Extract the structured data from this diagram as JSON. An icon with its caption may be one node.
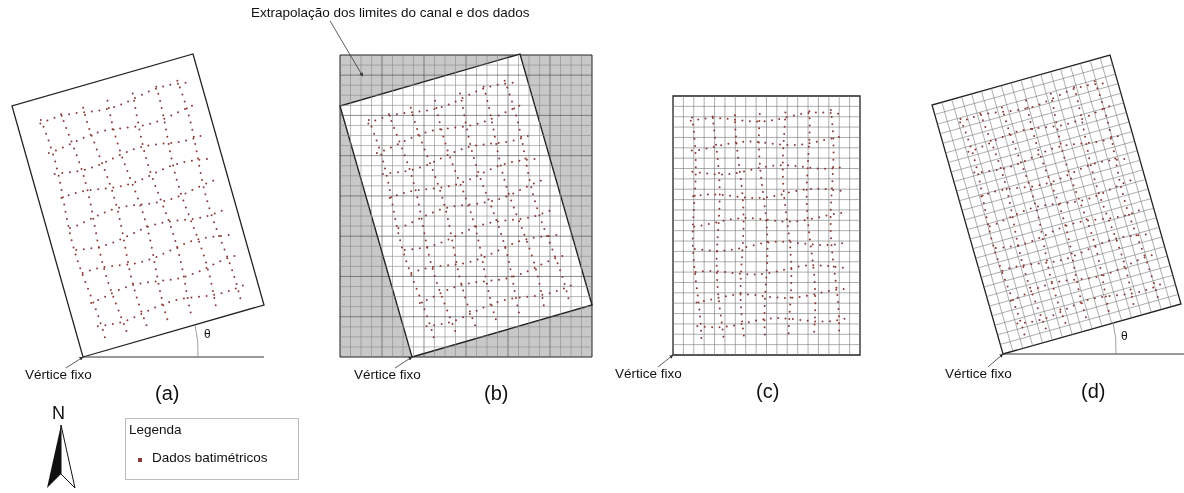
{
  "diagram": {
    "nodes": [
      {
        "text": [
          "Extrapolação dos limites do canal e dos dados"
        ]
      },
      {
        "text": [],
        "shape": "box"
      },
      {
        "text": [],
        "shape": "box"
      },
      {
        "text": [],
        "shape": "box"
      },
      {
        "text": [],
        "shape": "box"
      },
      {
        "text": [],
        "shape": "box"
      },
      {
        "text": [
          "Vértice fixo"
        ]
      },
      {
        "text": [
          "Vértice fixo"
        ]
      },
      {
        "text": [
          "Vértice fixo"
        ]
      },
      {
        "text": [
          "Vértice fixo"
        ]
      }
    ],
    "edges": [
      {
        "from": 0,
        "to": 1,
        "arrow": "to"
      },
      {
        "from": 6,
        "to": 2,
        "arrow": "to"
      },
      {
        "from": 7,
        "to": 3,
        "arrow": "to"
      },
      {
        "from": 8,
        "to": 4,
        "arrow": "to"
      },
      {
        "from": 9,
        "to": 5,
        "arrow": "to"
      }
    ],
    "labels": [
      "θ",
      "(a)",
      "(b)",
      "(c)",
      "θ",
      "(d)",
      "N",
      "Legenda"
    ],
    "legend": [
      {
        "text": "Dados batimétricos",
        "color": "#8b3a3a"
      }
    ]
  }
}
